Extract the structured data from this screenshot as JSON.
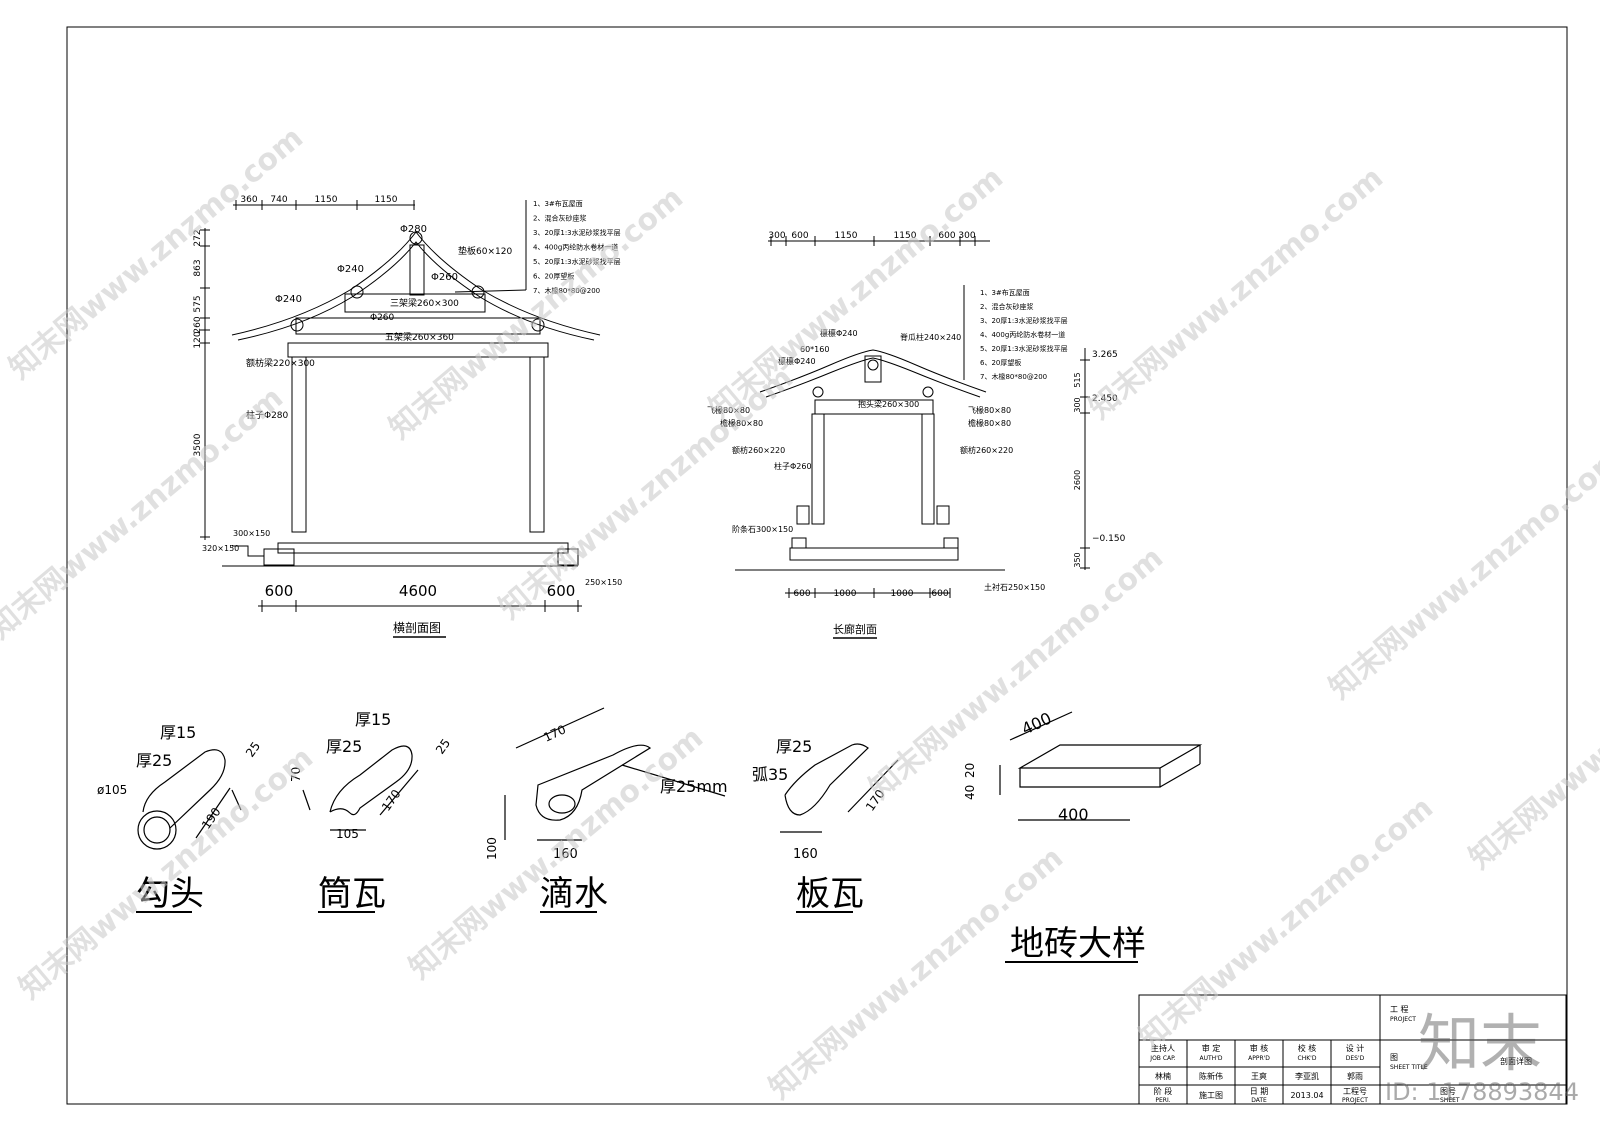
{
  "section1": {
    "title": "横剖面图",
    "top_dims": [
      "360",
      "740",
      "1150",
      "1150"
    ],
    "left_dims": [
      "272",
      "863",
      "575",
      "260",
      "120",
      "3500"
    ],
    "bottom_dims": [
      "600",
      "4600",
      "600"
    ],
    "labels": [
      "Φ280",
      "Φ240",
      "Φ240",
      "Φ260",
      "Φ260",
      "垫板60×120",
      "三架梁260×300",
      "五架梁260×360",
      "额枋梁220×300",
      "柱子Φ280",
      "300×150",
      "320×150",
      "250×150"
    ],
    "roof_notes": [
      "1、3#布瓦屋面",
      "2、混合灰砂座浆",
      "3、20厚1:3水泥砂浆找平层",
      "4、400g丙纶防水卷材一道",
      "5、20厚1:3水泥砂浆找平层",
      "6、20厚望板",
      "7、木椽80*80@200"
    ]
  },
  "section2": {
    "title": "长廊剖面",
    "top_dims": [
      "300",
      "600",
      "1150",
      "1150",
      "600",
      "300"
    ],
    "bottom_dims": [
      "600",
      "1000",
      "1000",
      "600"
    ],
    "right_dims": [
      "3.265",
      "2.450",
      "−0.150",
      "515",
      "300",
      "2600",
      "350"
    ],
    "labels": [
      "檩檩Φ240",
      "檩檩Φ240",
      "60*160",
      "脊瓜柱240×240",
      "抱头梁260×300",
      "飞椽80×80",
      "檐椽80×80",
      "额枋260×220",
      "柱子Φ260",
      "飞椽80×80",
      "檐椽80×80",
      "额枋260×220",
      "阶条石300×150",
      "土衬石250×150"
    ],
    "roof_notes": [
      "1、3#布瓦屋面",
      "2、混合灰砂座浆",
      "3、20厚1:3水泥砂浆找平层",
      "4、400g丙纶防水卷材一道",
      "5、20厚1:3水泥砂浆找平层",
      "6、20厚望板",
      "7、木椽80*80@200"
    ]
  },
  "details": {
    "gouto": {
      "name": "勾头",
      "labels": [
        "厚15",
        "厚25",
        "ø105",
        "25",
        "190"
      ]
    },
    "tongwa": {
      "name": "筒瓦",
      "labels": [
        "厚15",
        "厚25",
        "70",
        "25",
        "170",
        "105"
      ]
    },
    "dishui": {
      "name": "滴水",
      "labels": [
        "170",
        "厚25mm",
        "100",
        "160"
      ]
    },
    "banwa": {
      "name": "板瓦",
      "labels": [
        "厚25",
        "弧35",
        "170",
        "160"
      ]
    },
    "dizhuan": {
      "name": "地砖大样",
      "labels": [
        "400",
        "400",
        "20",
        "40"
      ]
    }
  },
  "titleblock": {
    "headers": [
      "主持人",
      "审 定",
      "审 核",
      "校 核",
      "设 计"
    ],
    "sub_headers": [
      "JOB CAP.",
      "AUTH'D",
      "APPR'D",
      "CHK'D",
      "DES'D"
    ],
    "names": [
      "林楠",
      "陈新伟",
      "王爽",
      "李亚凯",
      "郭雨"
    ],
    "phase_label": "阶 段",
    "phase_sub": "PERI.",
    "phase_value": "施工图",
    "date_label": "日 期",
    "date_sub": "DATE",
    "date_value": "2013.04",
    "project_label": "工程号",
    "project_sub": "PROJECT",
    "project_title": "工 程",
    "project_title_sub": "PROJECT",
    "sheet_title": "图",
    "sheet_title_sub": "SHEET TITLE",
    "sheet_value": "剖面详图",
    "sheet_no": "图号",
    "sheet_no_sub": "SHEET"
  },
  "watermark": {
    "text": "知末网www.znzmo.com",
    "logo": "知末",
    "id": "ID: 1178893844"
  }
}
